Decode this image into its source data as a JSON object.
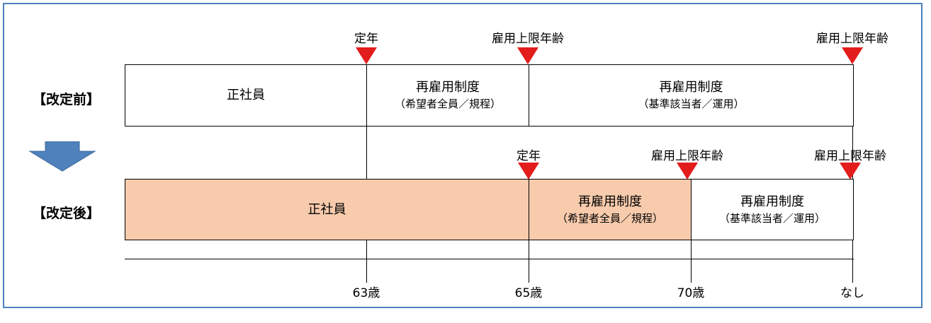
{
  "rows": {
    "before": {
      "label": "【改定前】",
      "segments": [
        {
          "line1": "正社員",
          "line2": ""
        },
        {
          "line1": "再雇用制度",
          "line2": "（希望者全員／規程）"
        },
        {
          "line1": "再雇用制度",
          "line2": "（基準該当者／運用）"
        }
      ],
      "markers": [
        "定年",
        "雇用上限年齢",
        "雇用上限年齢"
      ]
    },
    "after": {
      "label": "【改定後】",
      "segments": [
        {
          "line1": "正社員",
          "line2": ""
        },
        {
          "line1": "再雇用制度",
          "line2": "（希望者全員／規程）"
        },
        {
          "line1": "再雇用制度",
          "line2": "（基準該当者／運用）"
        }
      ],
      "markers": [
        "定年",
        "雇用上限年齢",
        "雇用上限年齢"
      ]
    }
  },
  "axis": {
    "ticks": [
      "63歳",
      "65歳",
      "70歳",
      "なし"
    ]
  },
  "colors": {
    "frame": "#4f81bd",
    "arrow": "#4f81bd",
    "marker": "#e31c1c",
    "highlight": "#f8cbad"
  }
}
